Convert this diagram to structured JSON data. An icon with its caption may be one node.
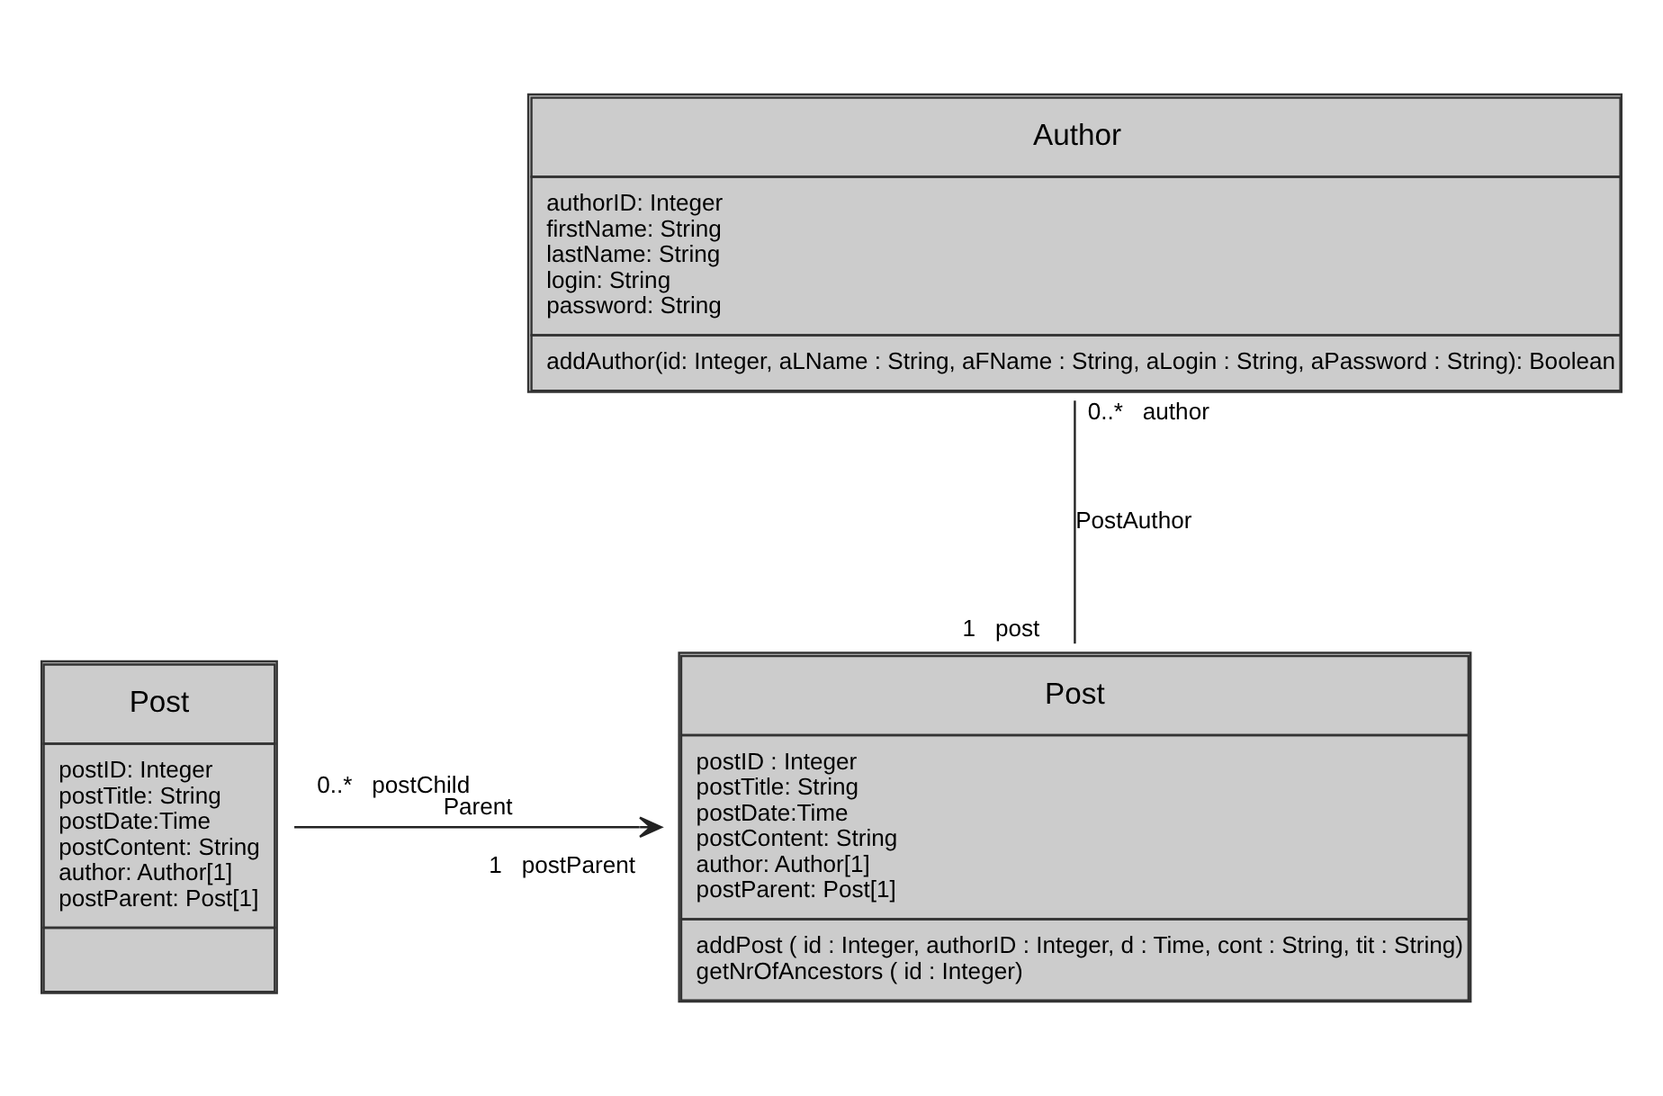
{
  "diagram": {
    "nodes": [
      {
        "text": [
          "Author",
          "authorID: Integer",
          "firstName: String",
          "lastName: String",
          "login: String",
          "password: String",
          "addAuthor(id: Integer, aLName : String, aFName : String, aLogin : String, aPassword : String): Boolean"
        ]
      },
      {
        "text": [
          "Post",
          "postID : Integer",
          "postTitle: String",
          "postDate:Time",
          "postContent: String",
          "author: Author[1]",
          "postParent: Post[1]",
          "addPost ( id : Integer, authorID : Integer, d : Time, cont : String, tit : String)",
          "getNrOfAncestors ( id : Integer)"
        ]
      },
      {
        "text": [
          "Post",
          "postID: Integer",
          "postTitle: String",
          "postDate:Time",
          "postContent: String",
          "author: Author[1]",
          "postParent: Post[1]"
        ]
      }
    ],
    "edges": [
      {
        "from": 0,
        "to": 1,
        "arrow": "none",
        "label": "PostAuthor"
      },
      {
        "from": 2,
        "to": 1,
        "arrow": "to",
        "label": "Parent"
      }
    ],
    "labels": [
      "0..*",
      "author",
      "1",
      "post",
      "postParent",
      "postChild",
      "1",
      "0..*"
    ]
  }
}
